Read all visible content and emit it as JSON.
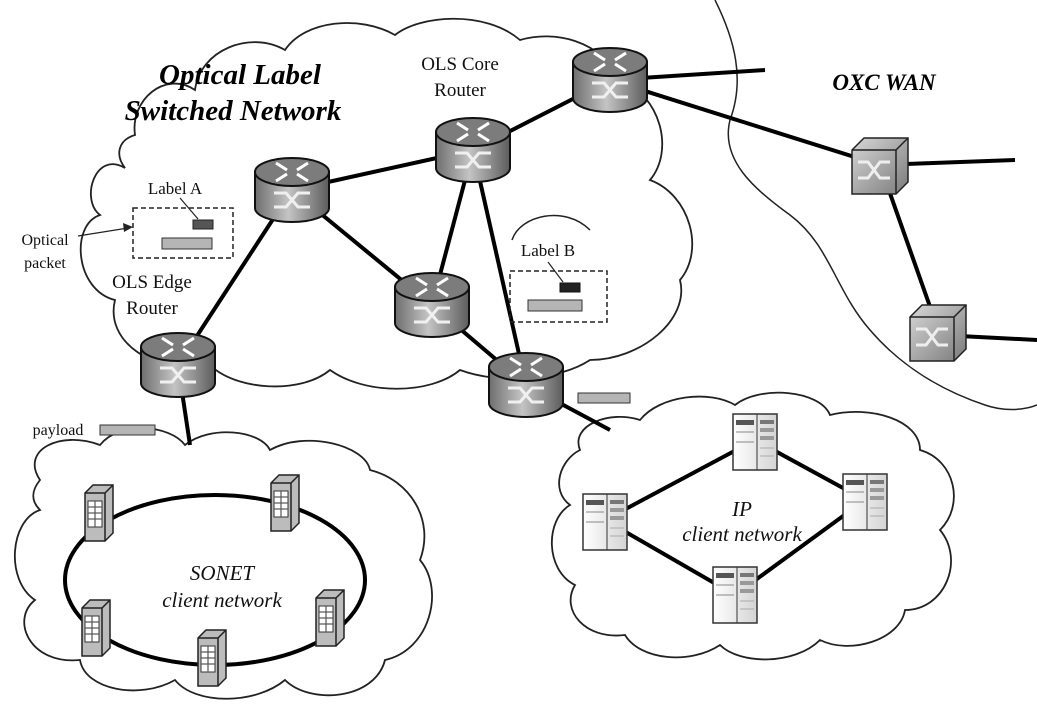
{
  "title": {
    "line1": "Optical Label",
    "line2": "Switched Network"
  },
  "wan_title": "OXC WAN",
  "core_router": {
    "line1": "OLS Core",
    "line2": "Router"
  },
  "edge_router": {
    "line1": "OLS Edge",
    "line2": "Router"
  },
  "label_a": "Label A",
  "label_b": "Label B",
  "optical_packet": {
    "line1": "Optical",
    "line2": "packet"
  },
  "payload": "payload",
  "sonet": {
    "line1": "SONET",
    "line2": "client network"
  },
  "ip": {
    "line1": "IP",
    "line2": "client network"
  },
  "colors": {
    "router_fill": "#8a8a8a",
    "router_top": "#5a5a5a",
    "packet_gray": "#b5b5b5",
    "label_dark": "#444444",
    "link": "#000000"
  }
}
